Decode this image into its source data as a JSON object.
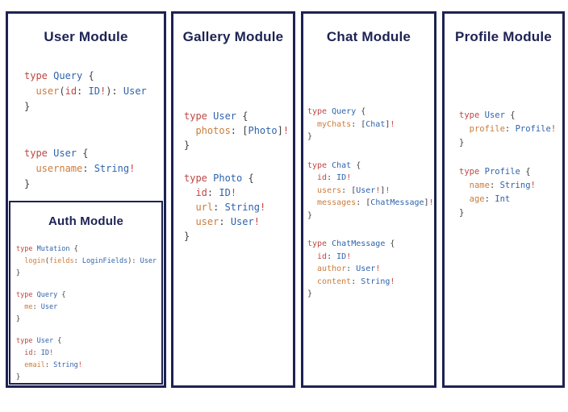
{
  "colors": {
    "navy": "#1d2253",
    "keyword": "#bc4743",
    "type": "#2f63ad",
    "field": "#cb7c3c",
    "punct": "#3f3f3f",
    "bang": "#c64240"
  },
  "modules": [
    {
      "title": "User Module",
      "blocks": [
        [
          [
            [
              "type",
              "k"
            ],
            [
              " Query",
              "t"
            ],
            [
              " {",
              "p"
            ]
          ],
          [
            [
              "  user",
              "f"
            ],
            [
              "(",
              "p"
            ],
            [
              "id",
              "k"
            ],
            [
              ": ",
              "p"
            ],
            [
              "ID",
              "t"
            ],
            [
              "!",
              "b"
            ],
            [
              "): ",
              "p"
            ],
            [
              "User",
              "t"
            ]
          ],
          [
            [
              "}",
              "p"
            ]
          ]
        ],
        [
          [
            [
              "type",
              "k"
            ],
            [
              " User",
              "t"
            ],
            [
              " {",
              "p"
            ]
          ],
          [
            [
              "  username",
              "f"
            ],
            [
              ": ",
              "p"
            ],
            [
              "String",
              "t"
            ],
            [
              "!",
              "b"
            ]
          ],
          [
            [
              "}",
              "p"
            ]
          ]
        ]
      ],
      "nested": {
        "title": "Auth Module",
        "blocks": [
          [
            [
              [
                "type",
                "k"
              ],
              [
                " Mutation",
                "t"
              ],
              [
                " {",
                "p"
              ]
            ],
            [
              [
                "  login",
                "f"
              ],
              [
                "(",
                "p"
              ],
              [
                "fields",
                "f"
              ],
              [
                ": ",
                "p"
              ],
              [
                "LoginFields",
                "t"
              ],
              [
                "): ",
                "p"
              ],
              [
                "User",
                "t"
              ]
            ],
            [
              [
                "}",
                "p"
              ]
            ]
          ],
          [
            [
              [
                "type",
                "k"
              ],
              [
                " Query",
                "t"
              ],
              [
                " {",
                "p"
              ]
            ],
            [
              [
                "  me",
                "f"
              ],
              [
                ": ",
                "p"
              ],
              [
                "User",
                "t"
              ]
            ],
            [
              [
                "}",
                "p"
              ]
            ]
          ],
          [
            [
              [
                "type",
                "k"
              ],
              [
                " User",
                "t"
              ],
              [
                " {",
                "p"
              ]
            ],
            [
              [
                "  id",
                "k"
              ],
              [
                ": ",
                "p"
              ],
              [
                "ID",
                "t"
              ],
              [
                "!",
                "b"
              ]
            ],
            [
              [
                "  email",
                "f"
              ],
              [
                ": ",
                "p"
              ],
              [
                "String",
                "t"
              ],
              [
                "!",
                "b"
              ]
            ],
            [
              [
                "}",
                "p"
              ]
            ]
          ]
        ]
      }
    },
    {
      "title": "Gallery Module",
      "blocks": [
        [
          [
            [
              "type",
              "k"
            ],
            [
              " User",
              "t"
            ],
            [
              " {",
              "p"
            ]
          ],
          [
            [
              "  photos",
              "f"
            ],
            [
              ": ",
              "p"
            ],
            [
              "[",
              "p"
            ],
            [
              "Photo",
              "t"
            ],
            [
              "]",
              "p"
            ],
            [
              "!",
              "b"
            ]
          ],
          [
            [
              "}",
              "p"
            ]
          ]
        ],
        [
          [
            [
              "type",
              "k"
            ],
            [
              " Photo",
              "t"
            ],
            [
              " {",
              "p"
            ]
          ],
          [
            [
              "  id",
              "k"
            ],
            [
              ": ",
              "p"
            ],
            [
              "ID",
              "t"
            ],
            [
              "!",
              "b"
            ]
          ],
          [
            [
              "  url",
              "f"
            ],
            [
              ": ",
              "p"
            ],
            [
              "String",
              "t"
            ],
            [
              "!",
              "b"
            ]
          ],
          [
            [
              "  user",
              "f"
            ],
            [
              ": ",
              "p"
            ],
            [
              "User",
              "t"
            ],
            [
              "!",
              "b"
            ]
          ],
          [
            [
              "}",
              "p"
            ]
          ]
        ]
      ]
    },
    {
      "title": "Chat Module",
      "blocks": [
        [
          [
            [
              "type",
              "k"
            ],
            [
              " Query",
              "t"
            ],
            [
              " {",
              "p"
            ]
          ],
          [
            [
              "  myChats",
              "f"
            ],
            [
              ": ",
              "p"
            ],
            [
              "[",
              "p"
            ],
            [
              "Chat",
              "t"
            ],
            [
              "]",
              "p"
            ],
            [
              "!",
              "b"
            ]
          ],
          [
            [
              "}",
              "p"
            ]
          ]
        ],
        [
          [
            [
              "type",
              "k"
            ],
            [
              " Chat",
              "t"
            ],
            [
              " {",
              "p"
            ]
          ],
          [
            [
              "  id",
              "k"
            ],
            [
              ": ",
              "p"
            ],
            [
              "ID",
              "t"
            ],
            [
              "!",
              "b"
            ]
          ],
          [
            [
              "  users",
              "f"
            ],
            [
              ": ",
              "p"
            ],
            [
              "[",
              "p"
            ],
            [
              "User",
              "t"
            ],
            [
              "!",
              "b"
            ],
            [
              "]",
              "p"
            ],
            [
              "!",
              "b"
            ]
          ],
          [
            [
              "  messages",
              "f"
            ],
            [
              ": ",
              "p"
            ],
            [
              "[",
              "p"
            ],
            [
              "ChatMessage",
              "t"
            ],
            [
              "]",
              "p"
            ],
            [
              "!",
              "b"
            ]
          ],
          [
            [
              "}",
              "p"
            ]
          ]
        ],
        [
          [
            [
              "type",
              "k"
            ],
            [
              " ChatMessage",
              "t"
            ],
            [
              " {",
              "p"
            ]
          ],
          [
            [
              "  id",
              "k"
            ],
            [
              ": ",
              "p"
            ],
            [
              "ID",
              "t"
            ],
            [
              "!",
              "b"
            ]
          ],
          [
            [
              "  author",
              "f"
            ],
            [
              ": ",
              "p"
            ],
            [
              "User",
              "t"
            ],
            [
              "!",
              "b"
            ]
          ],
          [
            [
              "  content",
              "f"
            ],
            [
              ": ",
              "p"
            ],
            [
              "String",
              "t"
            ],
            [
              "!",
              "b"
            ]
          ],
          [
            [
              "}",
              "p"
            ]
          ]
        ]
      ]
    },
    {
      "title": "Profile Module",
      "blocks": [
        [
          [
            [
              "type",
              "k"
            ],
            [
              " User",
              "t"
            ],
            [
              " {",
              "p"
            ]
          ],
          [
            [
              "  profile",
              "f"
            ],
            [
              ": ",
              "p"
            ],
            [
              "Profile",
              "t"
            ],
            [
              "!",
              "b"
            ]
          ],
          [
            [
              "}",
              "p"
            ]
          ]
        ],
        [
          [
            [
              "type",
              "k"
            ],
            [
              " Profile",
              "t"
            ],
            [
              " {",
              "p"
            ]
          ],
          [
            [
              "  name",
              "f"
            ],
            [
              ": ",
              "p"
            ],
            [
              "String",
              "t"
            ],
            [
              "!",
              "b"
            ]
          ],
          [
            [
              "  age",
              "f"
            ],
            [
              ": ",
              "p"
            ],
            [
              "Int",
              "t"
            ]
          ],
          [
            [
              "}",
              "p"
            ]
          ]
        ]
      ]
    }
  ]
}
